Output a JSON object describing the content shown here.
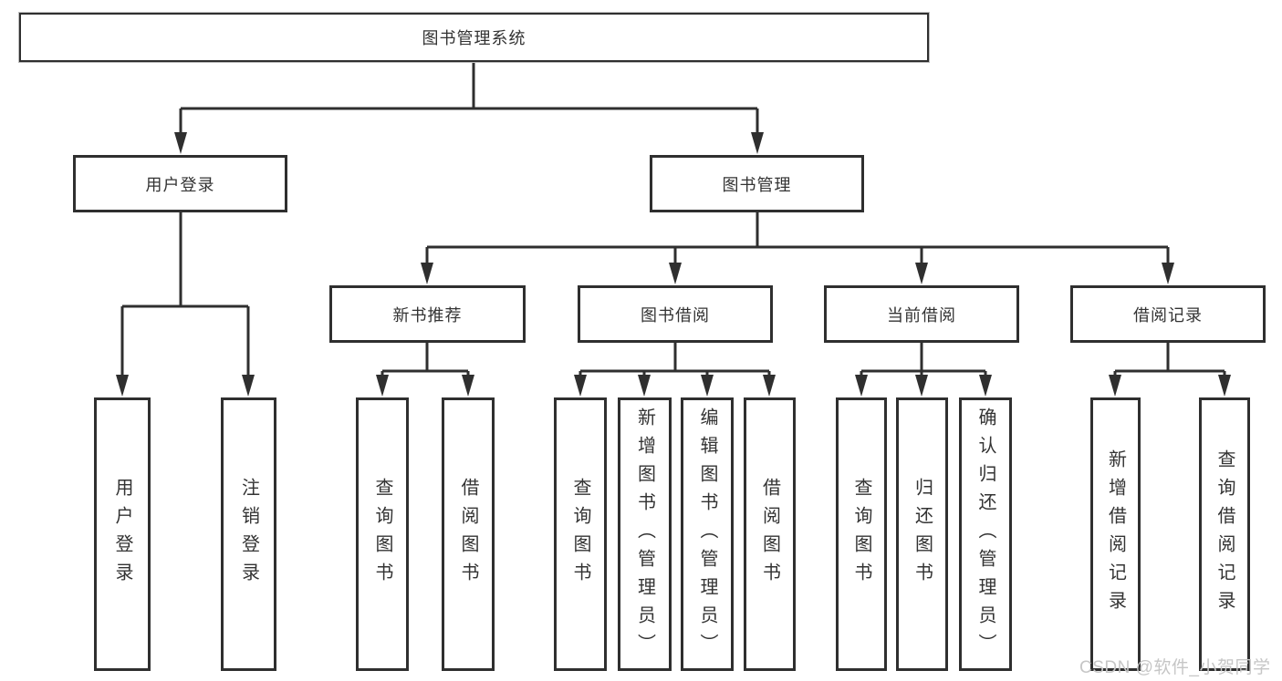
{
  "diagram_type": "org-tree",
  "colors": {
    "line": "#2f2f2f",
    "node_border": "#2f2f2f",
    "text": "#333333",
    "background": "#ffffff",
    "watermark": "#c6c6c6"
  },
  "watermark": "CSDN @软件_小贺同学",
  "tree": {
    "label": "图书管理系统",
    "children": [
      {
        "label": "用户登录",
        "children": [
          {
            "label": "用户登录"
          },
          {
            "label": "注销登录"
          }
        ]
      },
      {
        "label": "图书管理",
        "children": [
          {
            "label": "新书推荐",
            "children": [
              {
                "label": "查询图书"
              },
              {
                "label": "借阅图书"
              }
            ]
          },
          {
            "label": "图书借阅",
            "children": [
              {
                "label": "查询图书"
              },
              {
                "label": "新增图书（管理员）"
              },
              {
                "label": "编辑图书（管理员）"
              },
              {
                "label": "借阅图书"
              }
            ]
          },
          {
            "label": "当前借阅",
            "children": [
              {
                "label": "查询图书"
              },
              {
                "label": "归还图书"
              },
              {
                "label": "确认归还（管理员）"
              }
            ]
          },
          {
            "label": "借阅记录",
            "children": [
              {
                "label": "新增借阅记录"
              },
              {
                "label": "查询借阅记录"
              }
            ]
          }
        ]
      }
    ]
  }
}
